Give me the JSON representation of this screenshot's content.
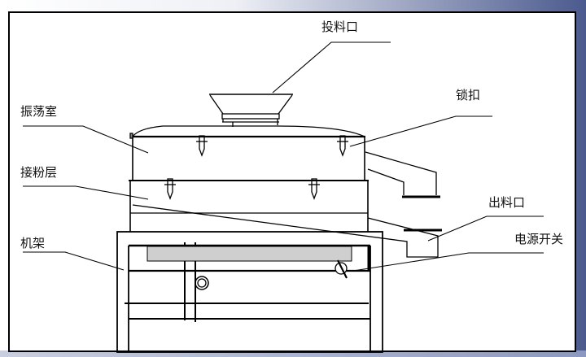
{
  "labels": {
    "feed_inlet": "投料口",
    "lock_buckle": "锁扣",
    "vibration_chamber": "振荡室",
    "powder_layer": "接粉层",
    "discharge_outlet": "出料口",
    "power_switch": "电源开关",
    "frame": "机架"
  },
  "colors": {
    "line": "#000000",
    "screen_fill": "#cfcfcf",
    "accent": "#4b5a8e"
  }
}
